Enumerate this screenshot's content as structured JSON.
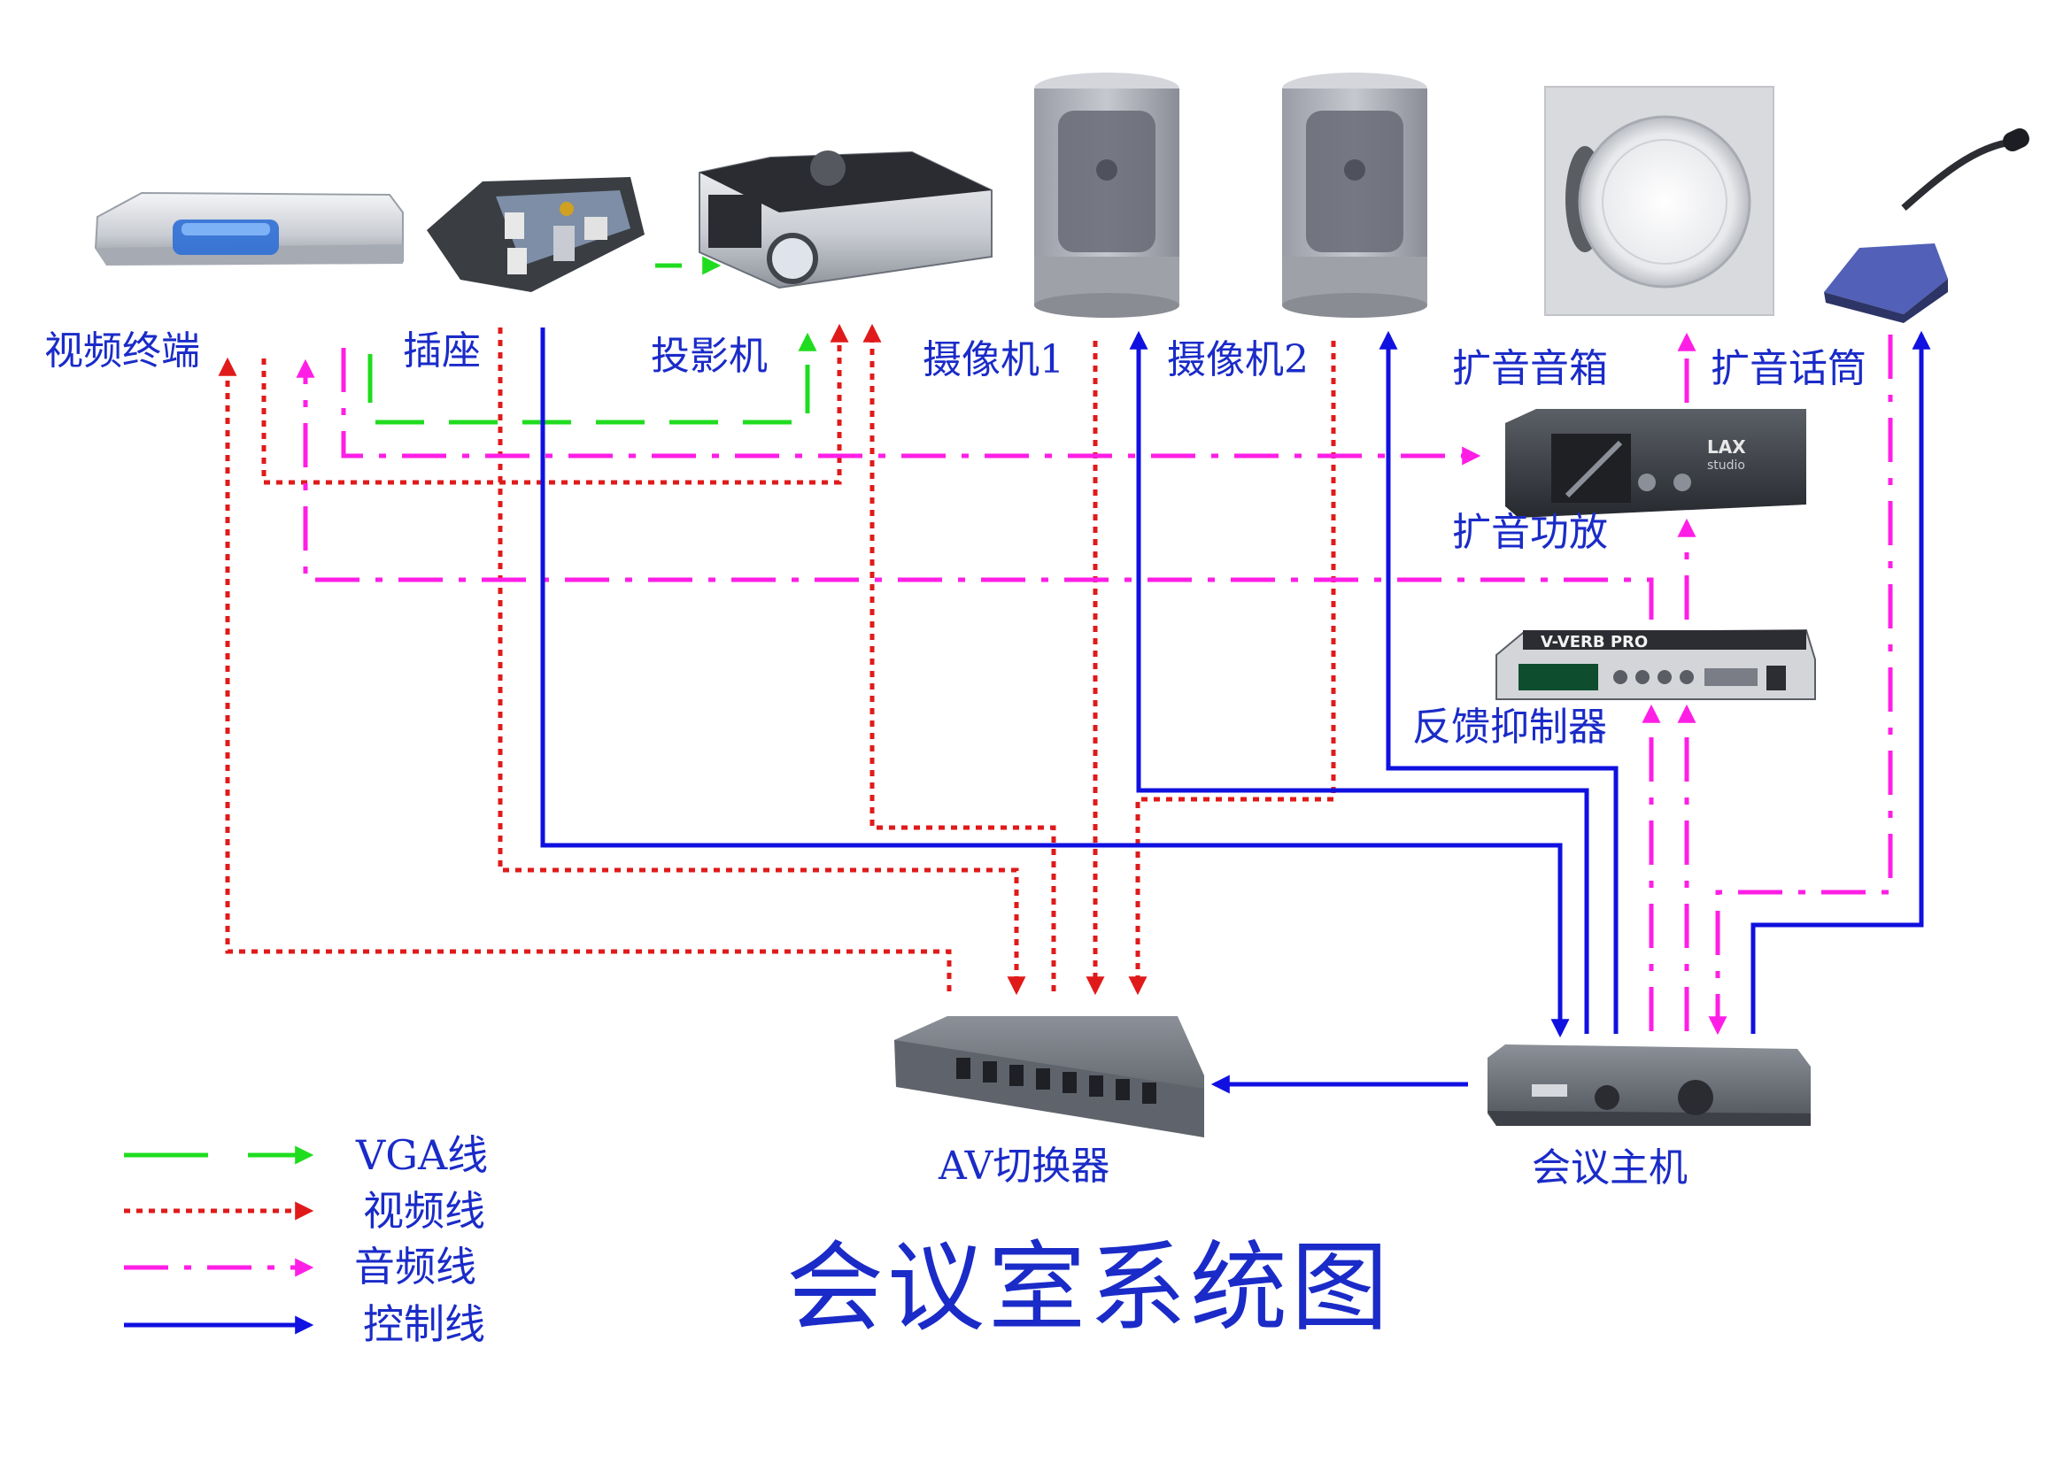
{
  "title": "会议室系统图",
  "devices": {
    "video_terminal": "视频终端",
    "socket": "插座",
    "projector": "投影机",
    "camera1": "摄像机1",
    "camera2": "摄像机2",
    "speaker": "扩音音箱",
    "microphone": "扩音话筒",
    "amplifier": "扩音功放",
    "feedback_suppressor": "反馈抑制器",
    "av_switcher": "AV切换器",
    "conference_host": "会议主机"
  },
  "device_markings": {
    "amplifier_logo": "LAX",
    "amplifier_sub": "studio",
    "suppressor_brand": "V-VERB PRO"
  },
  "legend": {
    "vga": "VGA线",
    "video": "视频线",
    "audio": "音频线",
    "control": "控制线"
  },
  "colors": {
    "vga": "#1fdc1f",
    "video": "#e01a1a",
    "audio": "#ff1ee6",
    "control": "#1010e0",
    "text": "#1a2bc8"
  }
}
